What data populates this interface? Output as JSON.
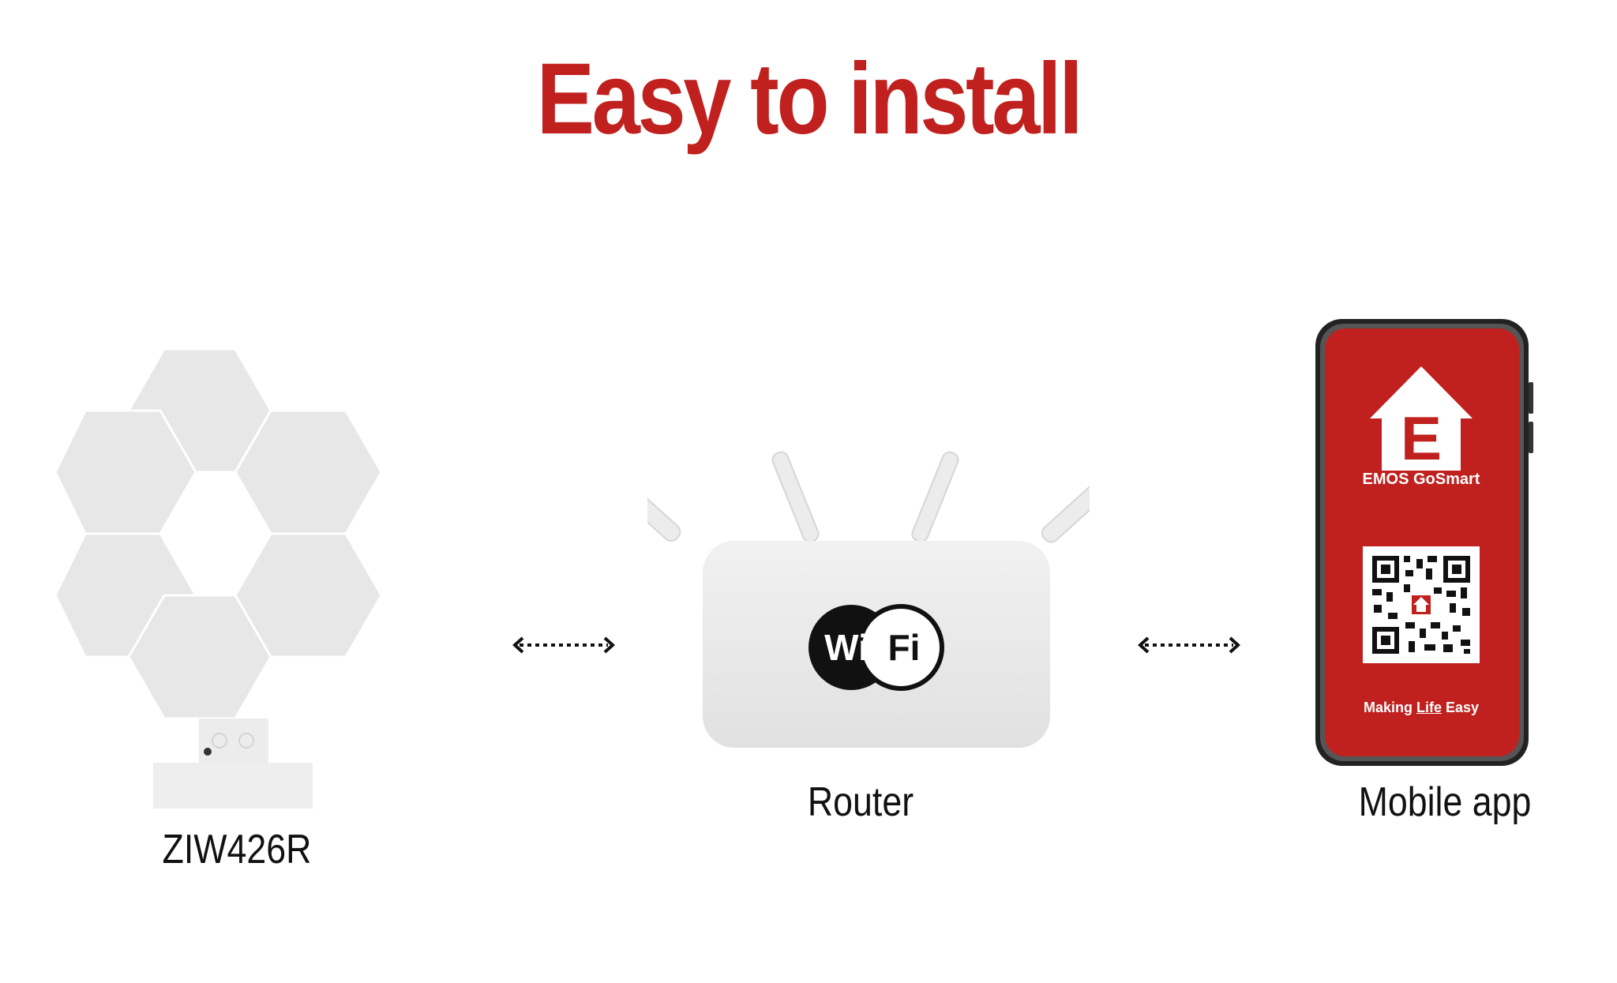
{
  "title": "Easy to install",
  "colors": {
    "accent_red": "#c0201e",
    "device_white": "#e7e7e7",
    "router_white": "#ebebeb",
    "text_dark": "#111111"
  },
  "items": [
    {
      "id": "device",
      "label": "ZIW426R",
      "icon": "hexagon-light-panels-icon"
    },
    {
      "id": "router",
      "label": "Router",
      "icon": "wifi-router-icon",
      "logo": {
        "left": "Wi",
        "right": "Fi"
      }
    },
    {
      "id": "app",
      "label": "Mobile app",
      "icon": "smartphone-icon"
    }
  ],
  "phone": {
    "brand": "EMOS GoSmart",
    "tagline_pre": "Making ",
    "tagline_underlined": "Life",
    "tagline_post": " Easy",
    "logo_letter": "E"
  },
  "connectors": [
    {
      "name": "device-router-arrow",
      "icon": "double-arrow-icon"
    },
    {
      "name": "router-app-arrow",
      "icon": "double-arrow-icon"
    }
  ]
}
